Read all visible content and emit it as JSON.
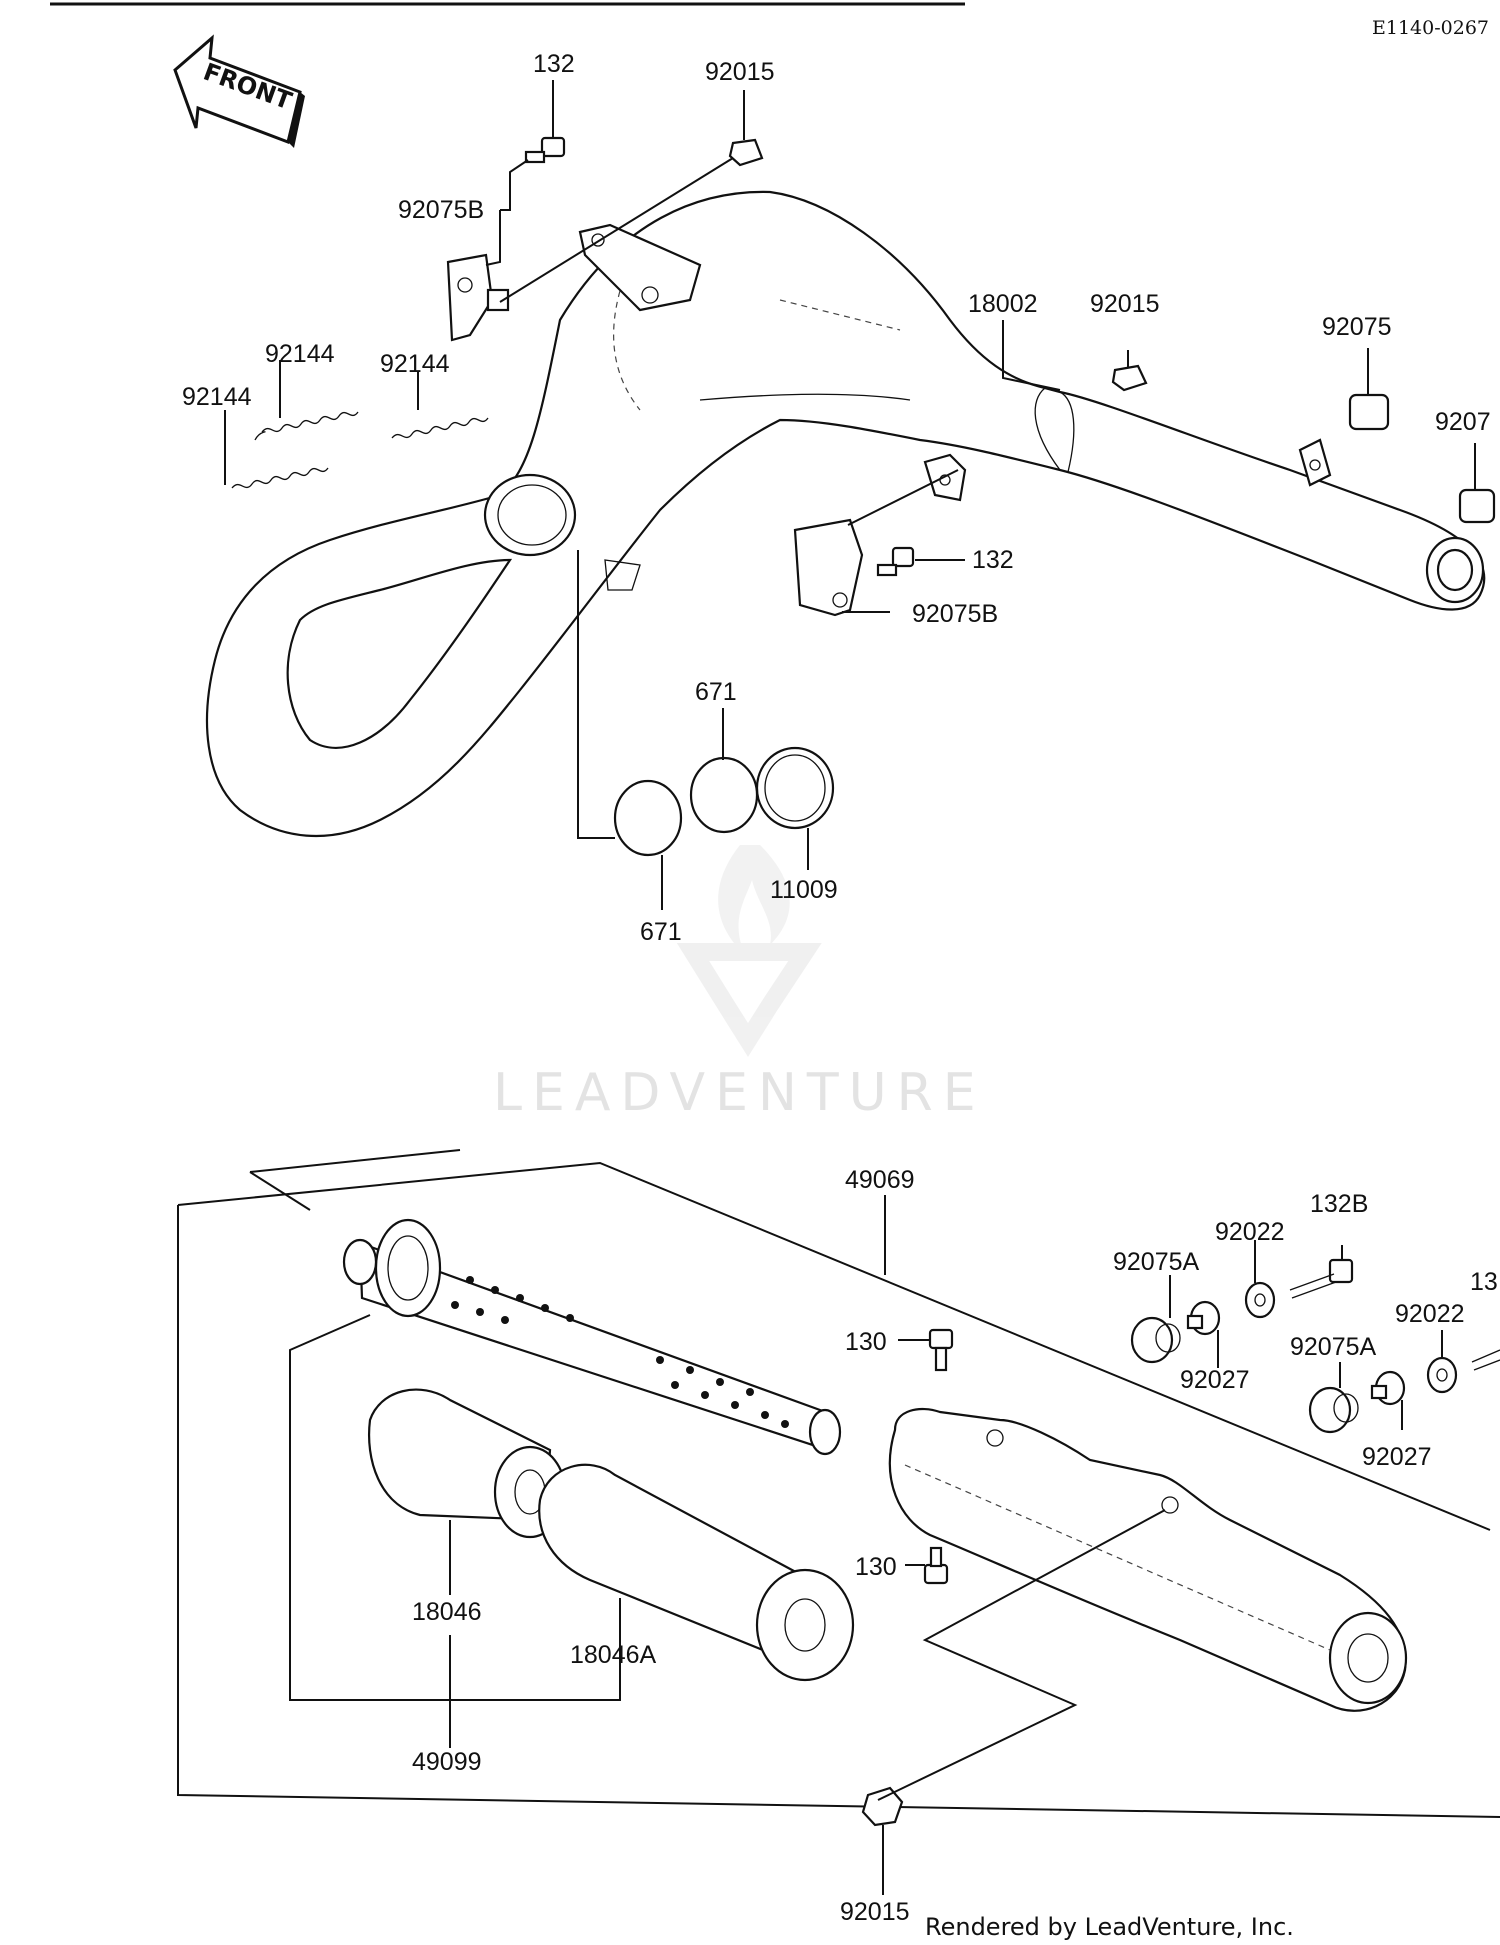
{
  "diagram_code": "E1140-0267",
  "front_label": "FRONT",
  "watermark": "LEADVENTURE",
  "credit": "Rendered by LeadVenture, Inc.",
  "labels": {
    "p132_top": "132",
    "p92015_top": "92015",
    "p92075B_top": "92075B",
    "p92144_a": "92144",
    "p92144_b": "92144",
    "p92144_c": "92144",
    "p18002": "18002",
    "p92015_mid": "92015",
    "p92075": "92075",
    "p9207_edge": "9207",
    "p132_mid": "132",
    "p92075B_mid": "92075B",
    "p671_top": "671",
    "p671_bottom": "671",
    "p11009": "11009",
    "p49069": "49069",
    "p92022_a": "92022",
    "p132B": "132B",
    "p13_edge": "13",
    "p92075A_a": "92075A",
    "p92022_b": "92022",
    "p130_a": "130",
    "p92027_a": "92027",
    "p92075A_b": "92075A",
    "p92027_b": "92027",
    "p130_b": "130",
    "p18046": "18046",
    "p18046A": "18046A",
    "p49099": "49099",
    "p92015_bottom": "92015"
  }
}
